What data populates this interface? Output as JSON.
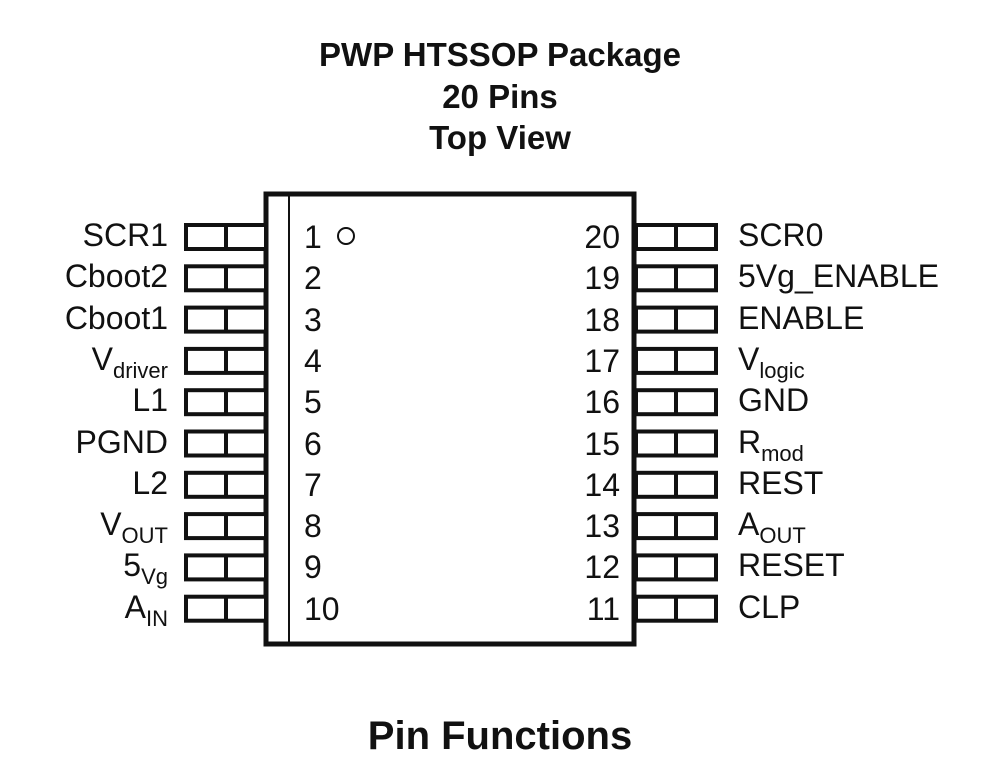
{
  "header": {
    "line1": "PWP HTSSOP Package",
    "line2": "20 Pins",
    "line3": "Top View"
  },
  "footer": {
    "title": "Pin Functions"
  },
  "package": {
    "name": "PWP HTSSOP",
    "pin_count": 20,
    "pin1_marker": "circle",
    "left_pins": [
      {
        "number": "1",
        "name": "SCR1",
        "sub": ""
      },
      {
        "number": "2",
        "name": "Cboot2",
        "sub": ""
      },
      {
        "number": "3",
        "name": "Cboot1",
        "sub": ""
      },
      {
        "number": "4",
        "name": "V",
        "sub": "driver"
      },
      {
        "number": "5",
        "name": "L1",
        "sub": ""
      },
      {
        "number": "6",
        "name": "PGND",
        "sub": ""
      },
      {
        "number": "7",
        "name": "L2",
        "sub": ""
      },
      {
        "number": "8",
        "name": "V",
        "sub": "OUT"
      },
      {
        "number": "9",
        "name": "5",
        "sub": "Vg"
      },
      {
        "number": "10",
        "name": "A",
        "sub": "IN"
      }
    ],
    "right_pins": [
      {
        "number": "20",
        "name": "SCR0",
        "sub": ""
      },
      {
        "number": "19",
        "name": "5Vg_ENABLE",
        "sub": ""
      },
      {
        "number": "18",
        "name": "ENABLE",
        "sub": ""
      },
      {
        "number": "17",
        "name": "V",
        "sub": "logic"
      },
      {
        "number": "16",
        "name": "GND",
        "sub": ""
      },
      {
        "number": "15",
        "name": "R",
        "sub": "mod"
      },
      {
        "number": "14",
        "name": "REST",
        "sub": ""
      },
      {
        "number": "13",
        "name": "A",
        "sub": "OUT"
      },
      {
        "number": "12",
        "name": "RESET",
        "sub": ""
      },
      {
        "number": "11",
        "name": "CLP",
        "sub": ""
      }
    ]
  }
}
